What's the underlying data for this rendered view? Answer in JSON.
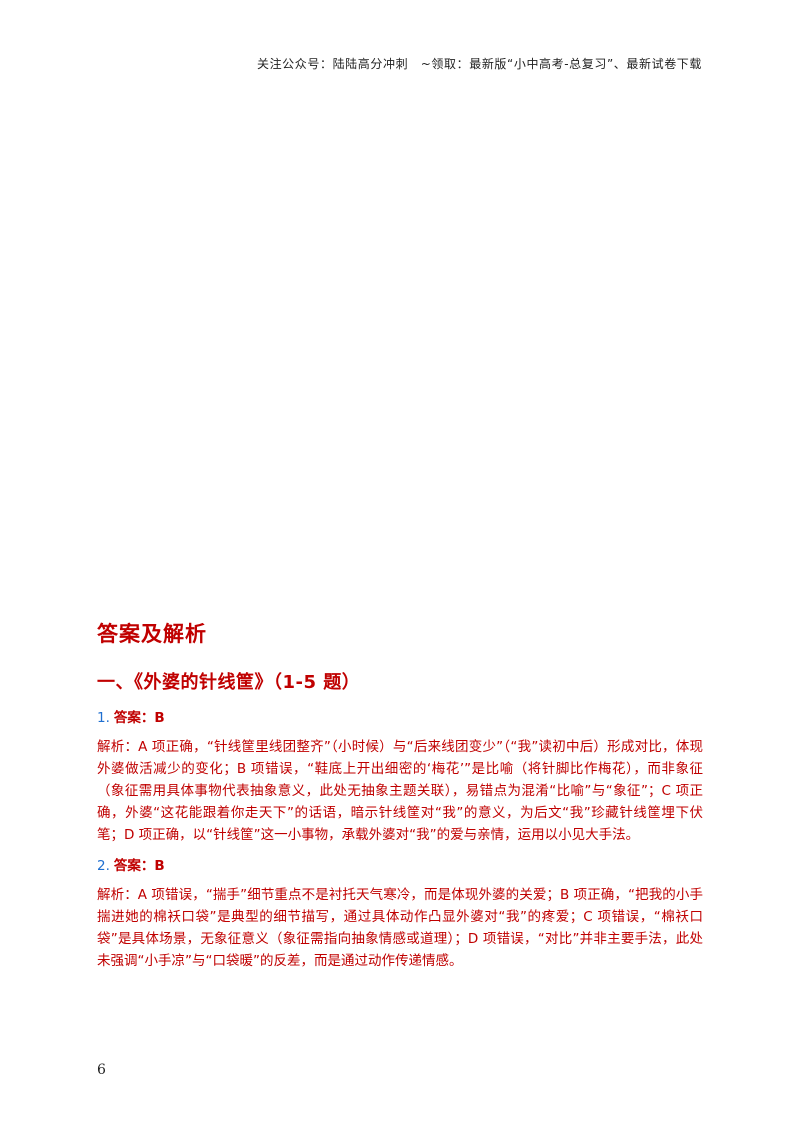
{
  "header": {
    "text": "关注公众号：陆陆高分冲刺　~领取：最新版“小中高考-总复习”、最新试卷下载"
  },
  "section_title": "答案及解析",
  "subsection_title": "一、《外婆的针线筐》（1-5 题）",
  "questions": [
    {
      "number": "1.",
      "answer": "答案：B",
      "analysis": "解析：A 项正确，“针线筐里线团整齐”（小时候）与“后来线团变少”（“我”读初中后）形成对比，体现外婆做活减少的变化；B 项错误，“鞋底上开出细密的‘梅花’”是比喻（将针脚比作梅花），而非象征（象征需用具体事物代表抽象意义，此处无抽象主题关联），易错点为混淆“比喻”与“象征”；C 项正确，外婆“这花能跟着你走天下”的话语，暗示针线筐对“我”的意义，为后文“我”珍藏针线筐埋下伏笔；D 项正确，以“针线筐”这一小事物，承载外婆对“我”的爱与亲情，运用以小见大手法。"
    },
    {
      "number": "2.",
      "answer": "答案：B",
      "analysis": "解析：A 项错误，“揣手”细节重点不是衬托天气寒冷，而是体现外婆的关爱；B 项正确，“把我的小手揣进她的棉袄口袋”是典型的细节描写，通过具体动作凸显外婆对“我”的疼爱；C 项错误，“棉袄口袋”是具体场景，无象征意义（象征需指向抽象情感或道理）；D 项错误，“对比”并非主要手法，此处未强调“小手凉”与“口袋暖”的反差，而是通过动作传递情感。"
    }
  ],
  "page_number": "6",
  "colors": {
    "accent": "#c00000",
    "number_blue": "#1f6fd0",
    "text": "#222222"
  }
}
